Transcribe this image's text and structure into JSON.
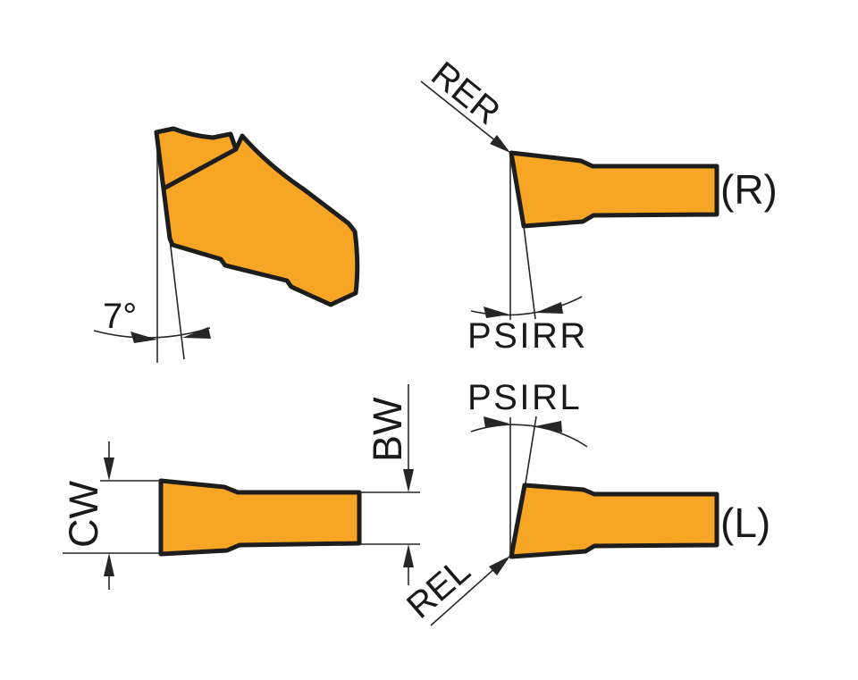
{
  "figure": {
    "iso_view": {
      "clearance_angle": "7°"
    },
    "right_view": {
      "corner_radius": "RER",
      "lead_angle": "PSIRR",
      "hand": "(R)"
    },
    "side_view": {
      "cutting_width": "CW",
      "body_width": "BW"
    },
    "left_view": {
      "corner_radius": "REL",
      "lead_angle": "PSIRL",
      "hand": "(L)"
    }
  },
  "colors": {
    "insert_fill": "#F6A524",
    "outline": "#1D1D1B",
    "thin_line": "#262626",
    "text": "#1A1A1A",
    "background": "#FFFFFF"
  }
}
